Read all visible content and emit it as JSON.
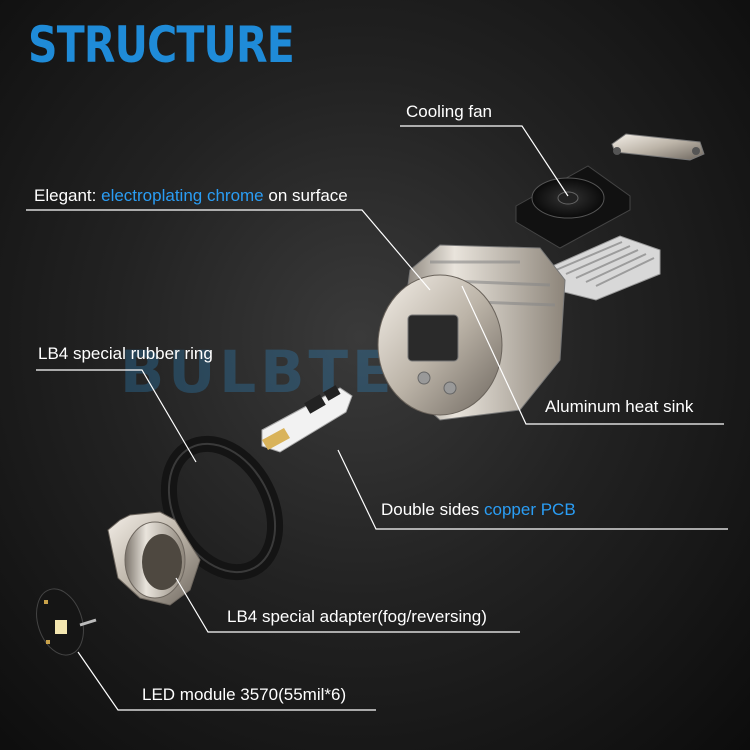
{
  "title": "STRUCTURE",
  "watermark": {
    "text": "BULBTEK",
    "mark": "®",
    "color": "#2e86c1"
  },
  "accent_color": "#1f8bd8",
  "highlight_color": "#2a9df4",
  "labels": {
    "cooling_fan": "Cooling fan",
    "elegant": {
      "prefix": "Elegant: ",
      "highlight": "electroplating chrome",
      "suffix": " on surface"
    },
    "rubber_ring": "LB4 special rubber ring",
    "heat_sink": "Aluminum heat sink",
    "pcb": {
      "prefix": "Double sides ",
      "highlight": "copper PCB"
    },
    "adapter": "LB4 special adapter(fog/reversing)",
    "led_module": "LED module 3570(55mil*6)"
  }
}
